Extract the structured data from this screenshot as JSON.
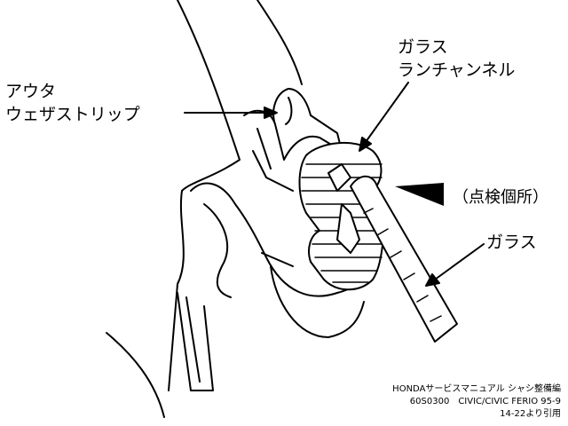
{
  "labels": {
    "outer_weatherstrip_line1": "アウタ",
    "outer_weatherstrip_line2": "ウェザストリップ",
    "glass_run_channel_line1": "ガラス",
    "glass_run_channel_line2": "ランチャンネル",
    "inspection_point": "（点検個所）",
    "glass": "ガラス"
  },
  "caption": {
    "line1": "HONDAサービスマニュアル シャシ整備編",
    "line2": "60S0300　CIVIC/CIVIC FERIO 95-9",
    "line3": "14-22より引用"
  }
}
